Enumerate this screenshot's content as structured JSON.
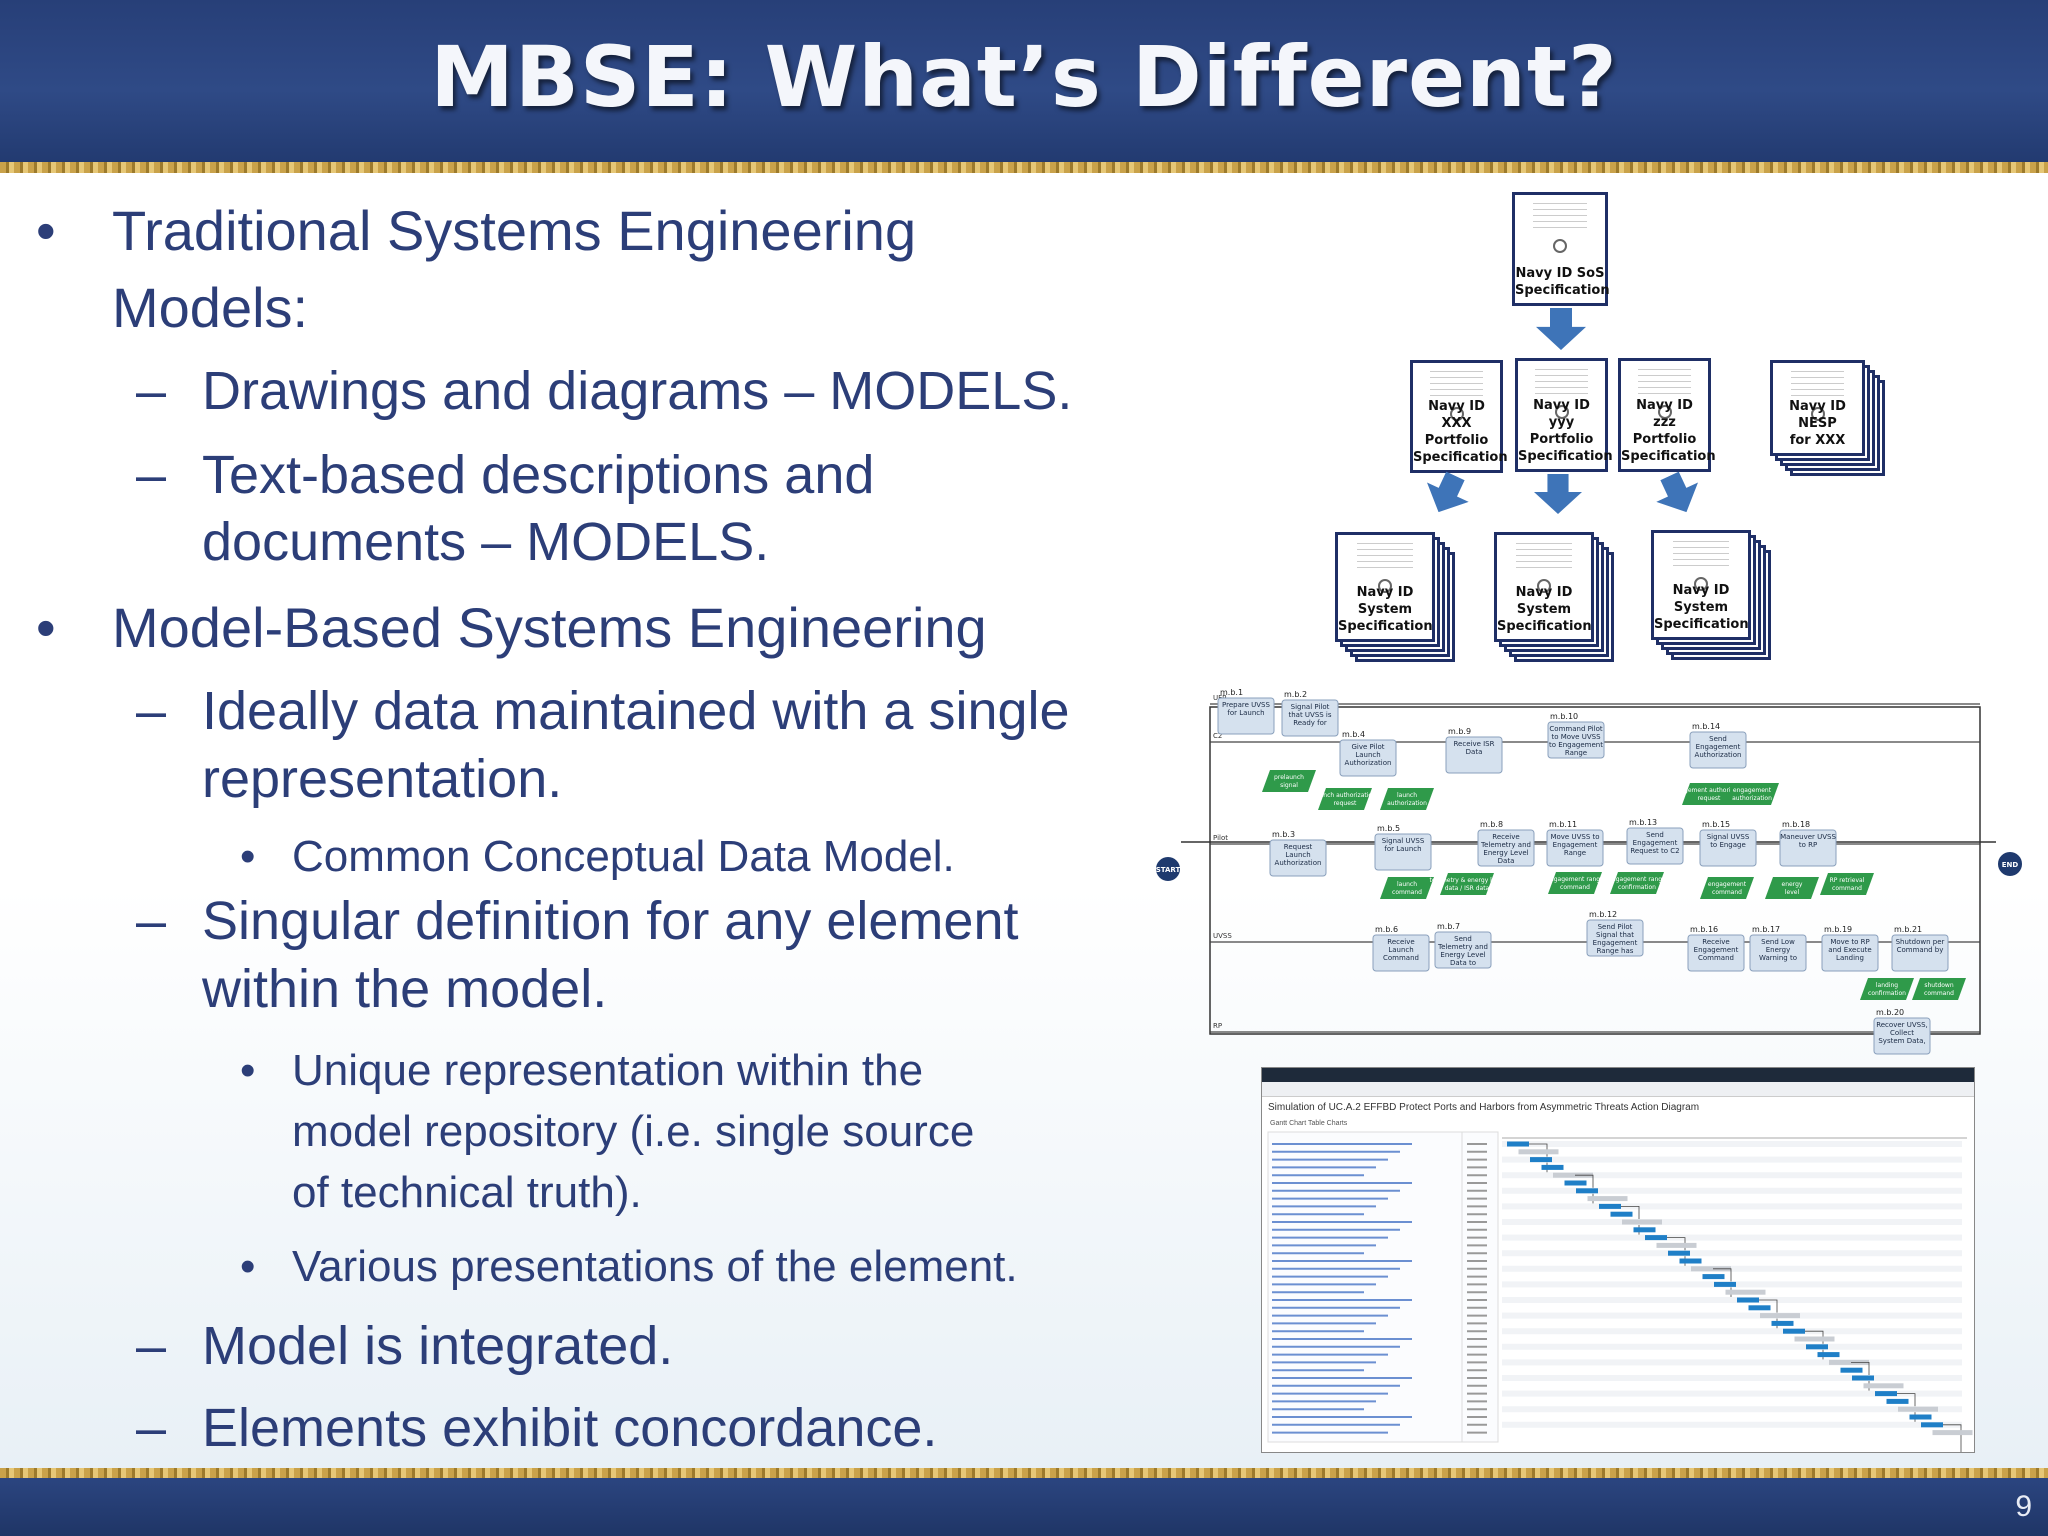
{
  "slide": {
    "title": "MBSE:  What’s Different?",
    "page_number": "9"
  },
  "bullets": [
    {
      "level": 1,
      "marker": "•",
      "text": "Traditional Systems Engineering"
    },
    {
      "level": 1,
      "marker": "",
      "text": "Models:"
    },
    {
      "level": 2,
      "marker": "–",
      "text": "Drawings and diagrams – MODELS."
    },
    {
      "level": 2,
      "marker": "–",
      "text": "Text-based descriptions and"
    },
    {
      "level": 2,
      "marker": "",
      "text": "documents – MODELS."
    },
    {
      "level": 1,
      "marker": "•",
      "text": "Model-Based Systems Engineering"
    },
    {
      "level": 2,
      "marker": "–",
      "text": "Ideally data maintained with a single"
    },
    {
      "level": 2,
      "marker": "",
      "text": "representation."
    },
    {
      "level": 3,
      "marker": "•",
      "text": "Common Conceptual Data Model."
    },
    {
      "level": 2,
      "marker": "–",
      "text": "Singular definition for any element"
    },
    {
      "level": 2,
      "marker": "",
      "text": "within the model."
    },
    {
      "level": 3,
      "marker": "•",
      "text": "Unique representation within the"
    },
    {
      "level": 3,
      "marker": "",
      "text": "model repository (i.e. single source"
    },
    {
      "level": 3,
      "marker": "",
      "text": "of technical truth)."
    },
    {
      "level": 3,
      "marker": "•",
      "text": "Various presentations of the element."
    },
    {
      "level": 2,
      "marker": "–",
      "text": "Model is integrated."
    },
    {
      "level": 2,
      "marker": "–",
      "text": "Elements exhibit concordance."
    }
  ],
  "documents": {
    "sos": "Navy ID SoS|Specification",
    "xxx_portfolio": "Navy ID|XXX Portfolio|Specification",
    "yyy_portfolio": "Navy ID|yyy Portfolio|Specification",
    "zzz_portfolio": "Navy ID|zzz Portfolio|Specification",
    "nesp": "Navy ID NESP|for XXX",
    "system_1": "Navy ID|System|Specification",
    "system_2": "Navy ID|System|Specification",
    "system_3": "Navy ID|System|Specification"
  },
  "action_diagram": {
    "lanes": [
      "UFP",
      "C2",
      "Pilot",
      "UVSS",
      "RP"
    ],
    "start_label": "START",
    "end_label": "END",
    "steps": [
      {
        "id": "m.b.1",
        "text": "Prepare UVSS for Launch"
      },
      {
        "id": "m.b.2",
        "text": "Signal Pilot that UVSS is Ready for"
      },
      {
        "id": "m.b.3",
        "text": "Request Launch Authorization"
      },
      {
        "id": "m.b.4",
        "text": "Give Pilot Launch Authorization"
      },
      {
        "id": "m.b.5",
        "text": "Signal UVSS for Launch"
      },
      {
        "id": "m.b.6",
        "text": "Receive Launch Command"
      },
      {
        "id": "m.b.7",
        "text": "Send Telemetry and Energy Level Data to"
      },
      {
        "id": "m.b.8",
        "text": "Receive Telemetry and Energy Level Data"
      },
      {
        "id": "m.b.9",
        "text": "Receive ISR Data"
      },
      {
        "id": "m.b.10",
        "text": "Command Pilot to Move UVSS to Engagement Range"
      },
      {
        "id": "m.b.11",
        "text": "Move UVSS to Engagement Range"
      },
      {
        "id": "m.b.12",
        "text": "Send Pilot Signal that Engagement Range has been Achieved"
      },
      {
        "id": "m.b.13",
        "text": "Send Engagement Request to C2"
      },
      {
        "id": "m.b.14",
        "text": "Send Engagement Authorization"
      },
      {
        "id": "m.b.15",
        "text": "Signal UVSS to Engage"
      },
      {
        "id": "m.b.16",
        "text": "Receive Engagement Command"
      },
      {
        "id": "m.b.17",
        "text": "Send Low Energy Warning to"
      },
      {
        "id": "m.b.18",
        "text": "Maneuver UVSS to RP"
      },
      {
        "id": "m.b.19",
        "text": "Move to RP and Execute Landing"
      },
      {
        "id": "m.b.20",
        "text": "Recover UVSS, Collect System Data,"
      },
      {
        "id": "m.b.21",
        "text": "Shutdown per Command by"
      }
    ],
    "items": [
      "prelaunch signal",
      "launch authorization request",
      "launch authorization",
      "launch command",
      "telemetry & energy level data / ISR data",
      "engagement range command",
      "engagement range confirmation",
      "engagement authorization request",
      "engagement authorization",
      "engagement command",
      "energy level",
      "RP retrieval command",
      "landing confirmation",
      "shutdown command"
    ]
  },
  "simulation": {
    "title": "Simulation of UC.A.2 EFFBD Protect Ports and Harbors from Asymmetric Threats Action Diagram",
    "tabs": "Gantt Chart   Table   Charts"
  },
  "colors": {
    "header_blue": "#2f4a86",
    "text_blue": "#2c3e78",
    "gold": "#c9a24a",
    "doc_border": "#1f2f66",
    "arrow_blue": "#3e74b8",
    "item_green": "#2f9a4a",
    "step_fill": "#d5e1ee",
    "gantt_bar": "#1f7fc7"
  }
}
